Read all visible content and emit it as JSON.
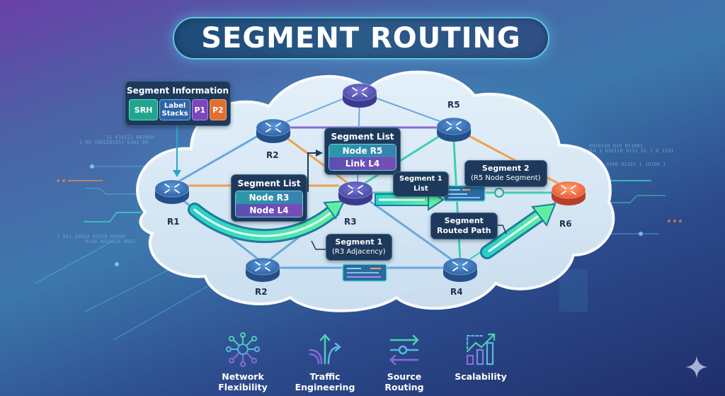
{
  "title": "SEGMENT ROUTING",
  "segment_information": {
    "header": "Segment Information",
    "chips": [
      {
        "label": "SRH",
        "color": "#22a58f"
      },
      {
        "label": "Label Stacks",
        "color": "#2f64a8"
      },
      {
        "label": "P1",
        "color": "#7a46b8"
      },
      {
        "label": "P2",
        "color": "#e07030"
      }
    ]
  },
  "routers": [
    {
      "id": "R1",
      "label": "R1",
      "color": "#3a6fb0"
    },
    {
      "id": "R2-top",
      "label": "R2",
      "color": "#3a6fb0"
    },
    {
      "id": "R-top",
      "label": "",
      "color": "#5a58b0"
    },
    {
      "id": "R5",
      "label": "R5",
      "color": "#3a6fb0"
    },
    {
      "id": "R3",
      "label": "R3",
      "color": "#5a58b0"
    },
    {
      "id": "R2-bottom",
      "label": "R2",
      "color": "#3a6fb0"
    },
    {
      "id": "R4",
      "label": "R4",
      "color": "#3a6fb0"
    },
    {
      "id": "R6",
      "label": "R6",
      "color": "#e8643a"
    }
  ],
  "segment_lists": [
    {
      "header": "Segment List",
      "items": [
        "Node R3",
        "Node L4"
      ]
    },
    {
      "header": "Segment List",
      "items": [
        "Node R5",
        "Link L4"
      ]
    }
  ],
  "callouts": {
    "segment1_list": {
      "line1": "Segment 1",
      "line2": "List"
    },
    "segment2": {
      "line1": "Segment 2",
      "line2": "(R5 Node Segment)"
    },
    "segment1_adj": {
      "line1": "Segment 1",
      "line2": "(R3 Adjacency)"
    },
    "routed_path": {
      "line1": "Segment",
      "line2": "Routed Path"
    }
  },
  "features": [
    {
      "icon": "network-flexibility-icon",
      "line1": "Network",
      "line2": "Flexibility"
    },
    {
      "icon": "traffic-engineering-icon",
      "line1": "Traffic",
      "line2": "Engineering"
    },
    {
      "icon": "source-routing-icon",
      "line1": "Source",
      "line2": "Routing"
    },
    {
      "icon": "scalability-icon",
      "line1": "Scalability",
      "line2": ""
    }
  ],
  "colors": {
    "accent_teal": "#3fe0c0",
    "accent_orange": "#f0a050",
    "accent_purple": "#8a6ad8",
    "link_blue": "#6aa8e0"
  }
}
